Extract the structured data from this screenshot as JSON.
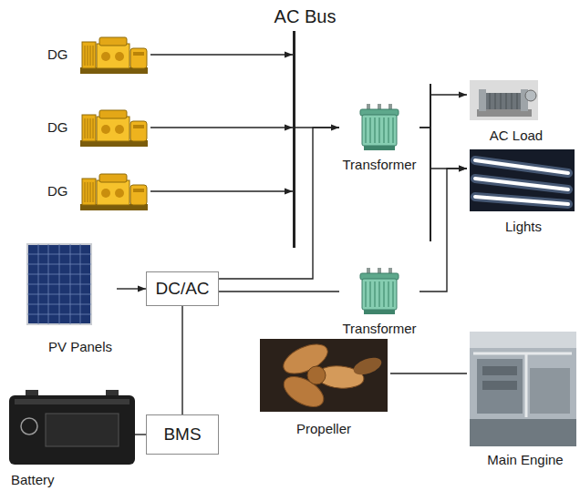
{
  "diagram": {
    "nodes": [
      {
        "text": [
          "AC Bus"
        ]
      },
      {
        "text": [
          "DG"
        ]
      },
      {
        "text": [
          "DG"
        ]
      },
      {
        "text": [
          "DG"
        ]
      },
      {
        "text": [
          "Transformer"
        ]
      },
      {
        "text": [
          "AC Load"
        ]
      },
      {
        "text": [
          "Lights"
        ]
      },
      {
        "text": [
          "PV Panels"
        ]
      },
      {
        "text": [
          "DC/AC"
        ]
      },
      {
        "text": [
          "Transformer"
        ]
      },
      {
        "text": [
          "Propeller"
        ]
      },
      {
        "text": [
          "Main Engine"
        ]
      },
      {
        "text": [
          "BMS"
        ]
      },
      {
        "text": [
          "Battery"
        ]
      }
    ],
    "edges": [
      {
        "from": 1,
        "to": 0,
        "arrow": "to"
      },
      {
        "from": 2,
        "to": 0,
        "arrow": "to"
      },
      {
        "from": 3,
        "to": 0,
        "arrow": "to"
      },
      {
        "from": 0,
        "to": 4,
        "arrow": "none"
      },
      {
        "from": 8,
        "to": 4,
        "arrow": "to"
      },
      {
        "from": 4,
        "to": 5,
        "arrow": "to"
      },
      {
        "from": 4,
        "to": 6,
        "arrow": "to"
      },
      {
        "from": 7,
        "to": 8,
        "arrow": "to"
      },
      {
        "from": 8,
        "to": 9,
        "arrow": "none"
      },
      {
        "from": 9,
        "to": 6,
        "arrow": "to"
      },
      {
        "from": 12,
        "to": 8,
        "arrow": "none"
      },
      {
        "from": 13,
        "to": 12,
        "arrow": "none"
      },
      {
        "from": 10,
        "to": 11,
        "arrow": "none"
      }
    ]
  }
}
